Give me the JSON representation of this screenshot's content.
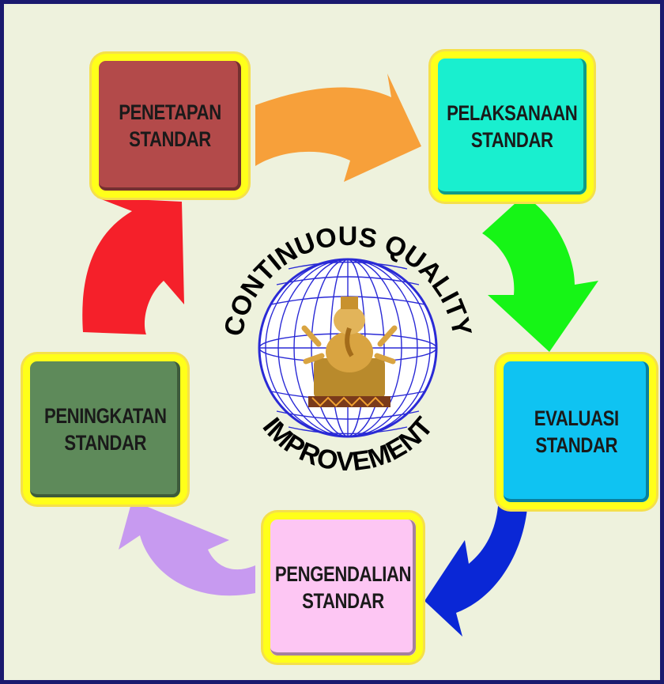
{
  "stages": [
    {
      "id": "penetapan",
      "line1": "PENETAPAN",
      "line2": "STANDAR",
      "color": "#b34a4a"
    },
    {
      "id": "pelaksanaan",
      "line1": "PELAKSANAAN",
      "line2": "STANDAR",
      "color": "#19efcf"
    },
    {
      "id": "evaluasi",
      "line1": "EVALUASI",
      "line2": "STANDAR",
      "color": "#0fc3f2"
    },
    {
      "id": "pengendalian",
      "line1": "PENGENDALIAN",
      "line2": "STANDAR",
      "color": "#fdc6f3"
    },
    {
      "id": "peningkatan",
      "line1": "PENINGKATAN",
      "line2": "STANDAR",
      "color": "#5e8a5a"
    }
  ],
  "arrows": [
    {
      "from": "penetapan",
      "to": "pelaksanaan",
      "color": "#f7a03a"
    },
    {
      "from": "pelaksanaan",
      "to": "evaluasi",
      "color": "#16f516"
    },
    {
      "from": "evaluasi",
      "to": "pengendalian",
      "color": "#0a27d6"
    },
    {
      "from": "pengendalian",
      "to": "peningkatan",
      "color": "#c79af0"
    },
    {
      "from": "peningkatan",
      "to": "penetapan",
      "color": "#f5202a"
    }
  ],
  "center": {
    "arc_top": "CONTINUOUS QUALITY",
    "arc_bottom": "IMPROVEMENT",
    "globe_color": "#2a2ad6",
    "emblem": "ganesha-figure"
  },
  "colors": {
    "frame": "#1a1a6e",
    "background": "#eef2dd",
    "box_border": "#ffff1a"
  }
}
